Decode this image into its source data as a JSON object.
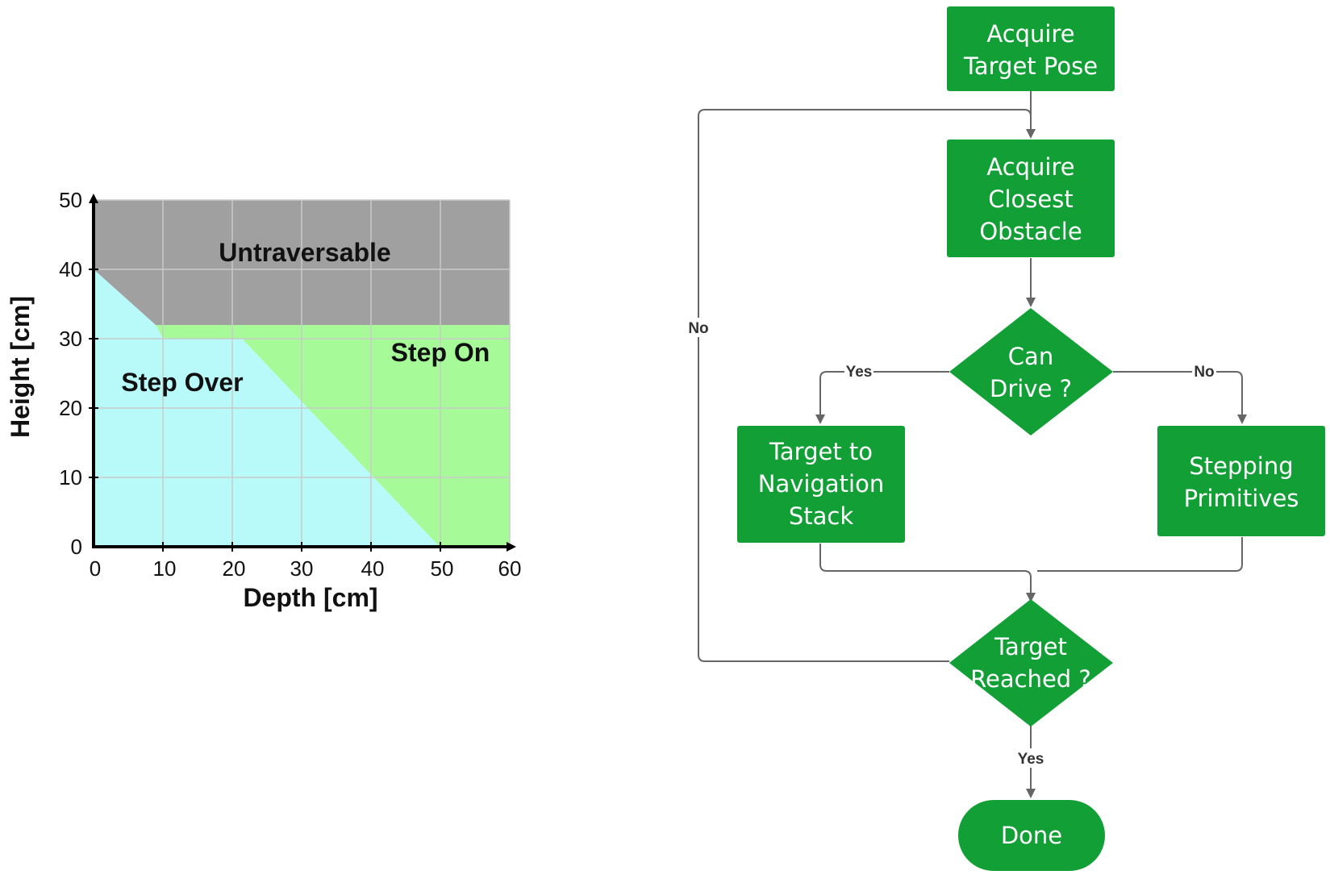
{
  "chart": {
    "xlabel": "Depth [cm]",
    "ylabel": "Height [cm]",
    "xlim": [
      0,
      60
    ],
    "ylim": [
      0,
      50
    ],
    "x_ticks": [
      "0",
      "10",
      "20",
      "30",
      "40",
      "50",
      "60"
    ],
    "y_ticks": [
      "0",
      "10",
      "20",
      "30",
      "40",
      "50"
    ],
    "grid": true,
    "regions": [
      {
        "name": "Untraversable",
        "color": "#a0a0a0"
      },
      {
        "name": "Step Over",
        "color": "#b8fafa"
      },
      {
        "name": "Step On",
        "color": "#a6fa98"
      }
    ]
  },
  "flowchart": {
    "node_color": "#12a036",
    "nodes": {
      "acquire_target": [
        "Acquire",
        "Target Pose"
      ],
      "acquire_obstacle": [
        "Acquire",
        "Closest",
        "Obstacle"
      ],
      "can_drive": [
        "Can",
        "Drive ?"
      ],
      "nav_stack": [
        "Target to",
        "Navigation",
        "Stack"
      ],
      "stepping": [
        "Stepping",
        "Primitives"
      ],
      "target_reached": [
        "Target",
        "Reached ?"
      ],
      "done": [
        "Done"
      ]
    },
    "edge_labels": {
      "drive_yes": "Yes",
      "drive_no": "No",
      "reached_no": "No",
      "reached_yes": "Yes"
    }
  }
}
